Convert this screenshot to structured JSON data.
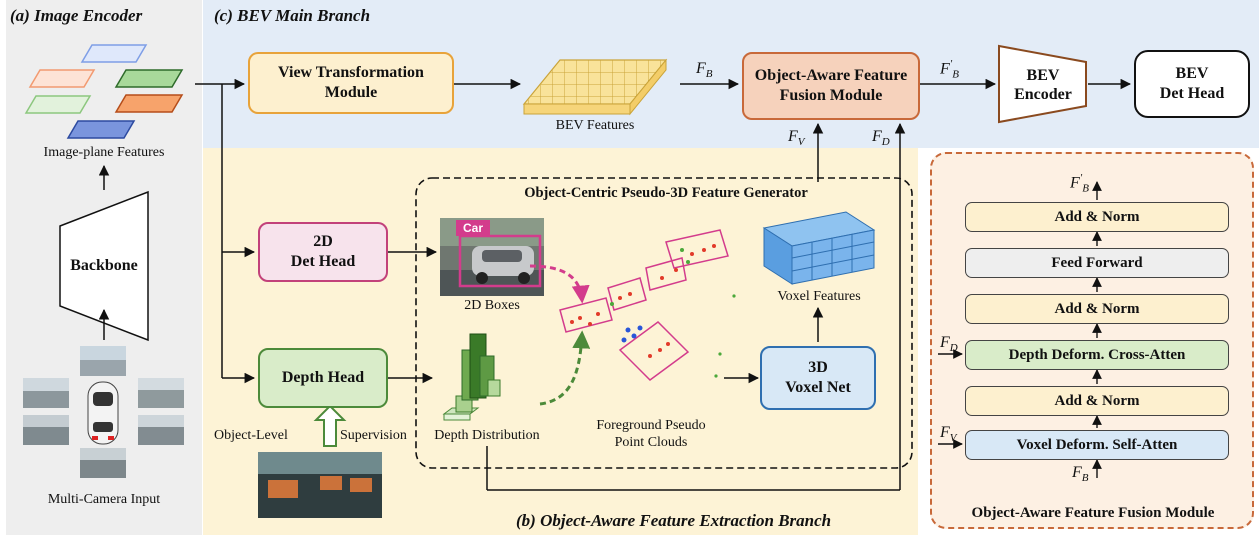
{
  "titles": {
    "encoder": "(a) Image Encoder",
    "main": "(c) BEV Main Branch",
    "extract": "(b) Object-Aware Feature Extraction Branch"
  },
  "encoder": {
    "image_features_label": "Image-plane Features",
    "backbone": "Backbone",
    "camera_label": "Multi-Camera Input"
  },
  "main": {
    "view_transform": "View Transformation\nModule",
    "bev_features_label": "BEV Features",
    "fusion": "Object-Aware Feature\nFusion Module",
    "bev_encoder": "BEV\nEncoder",
    "det_head": "BEV\nDet Head"
  },
  "symbols": {
    "F": "F",
    "B": "B",
    "V": "V",
    "D": "D",
    "prime": "′"
  },
  "extract": {
    "det2d": "2D\nDet Head",
    "depth_head": "Depth Head",
    "supervision_left": "Object-Level",
    "supervision_right": "Supervision",
    "generator_title": "Object-Centric Pseudo-3D Feature Generator",
    "car_tag": "Car",
    "boxes_label": "2D Boxes",
    "depth_dist_label": "Depth Distribution",
    "pseudo_label_1": "Foreground Pseudo",
    "pseudo_label_2": "Point Clouds",
    "voxel_features_label": "Voxel Features",
    "voxel_net": "3D\nVoxel Net"
  },
  "fusion_module": {
    "title": "Object-Aware Feature Fusion Module",
    "layers": [
      "Add & Norm",
      "Feed Forward",
      "Add & Norm",
      "Depth Deform. Cross-Atten",
      "Add & Norm",
      "Voxel Deform. Self-Atten"
    ]
  },
  "colors": {
    "encoder_bg": "#eeeeee",
    "main_bg": "#e3ecf7",
    "extract_bg": "#fdf3d6",
    "view_border": "#e8a33a",
    "view_fill": "#fdf0cf",
    "fusion_border": "#c8693a",
    "fusion_fill": "#f6d2bc",
    "det2d_border": "#c2417a",
    "det2d_fill": "#f7e3ec",
    "depth_border": "#4c8a3a",
    "depth_fill": "#d9ecc9",
    "voxel_border": "#2f6fb0",
    "voxel_fill": "#d8e8f6",
    "encoder_trap": "#8a4a1f"
  }
}
